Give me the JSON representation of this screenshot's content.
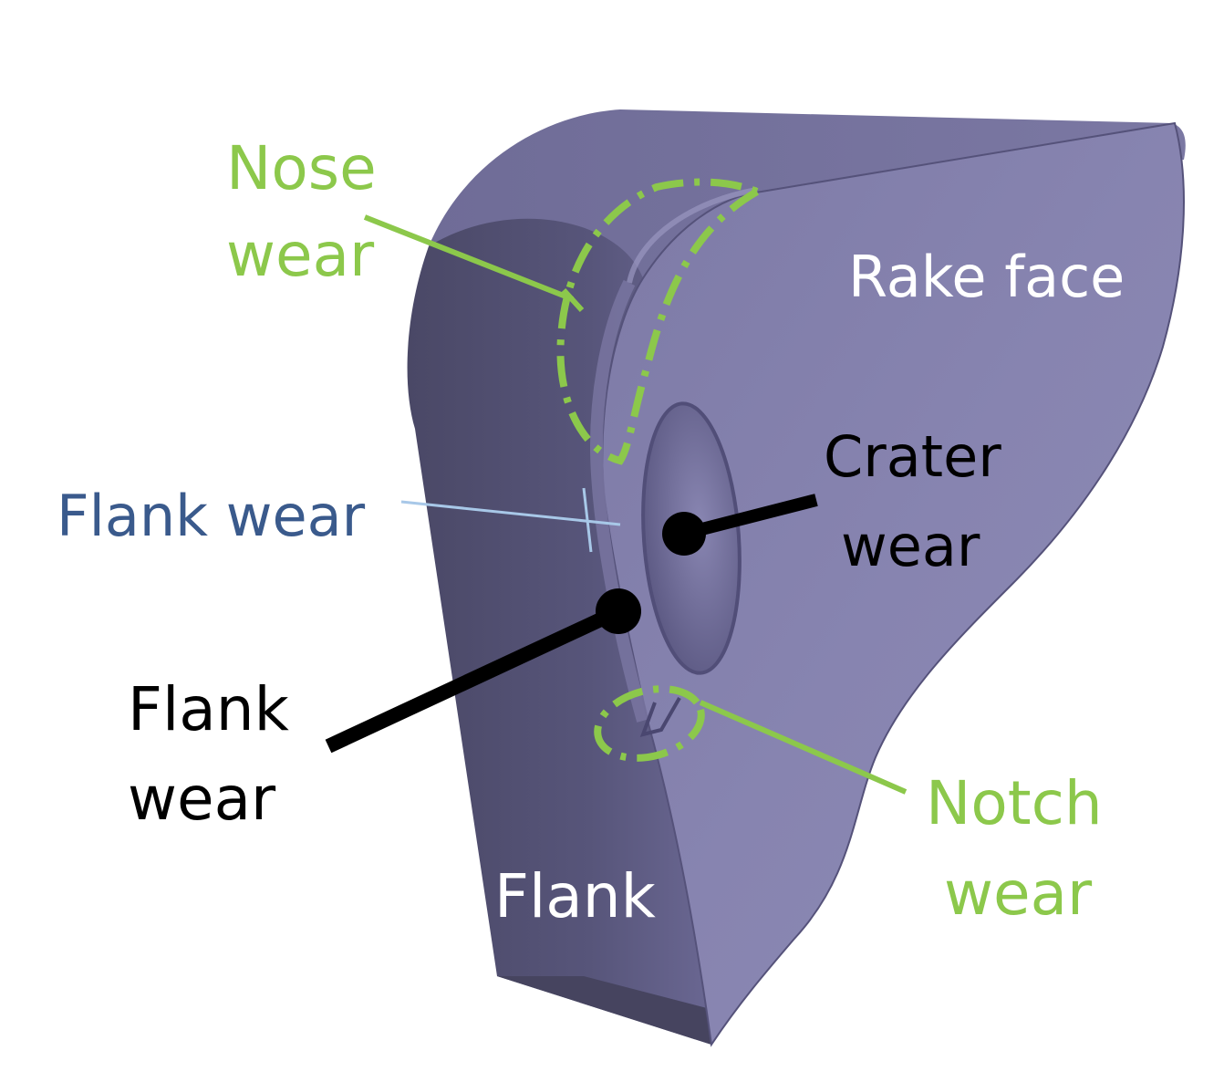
{
  "labels": {
    "nose_line1": "Nose",
    "nose_line2": "wear",
    "rake_face": "Rake face",
    "flank_wear_blue": "Flank wear",
    "crater_line1": "Crater",
    "crater_line2": "wear",
    "flank_wear_line1": "Flank",
    "flank_wear_line2": "wear",
    "flank": "Flank",
    "notch_line1": "Notch",
    "notch_line2": "wear"
  },
  "colors": {
    "green": "#8cc84b",
    "blue_label": "#3a5a8c",
    "blue_line": "#a8c8e8",
    "black": "#000000",
    "white": "#ffffff",
    "rake_fill": "#8683ad",
    "flank_fill": "#4b4965",
    "side_fill": "#5d5a80"
  }
}
